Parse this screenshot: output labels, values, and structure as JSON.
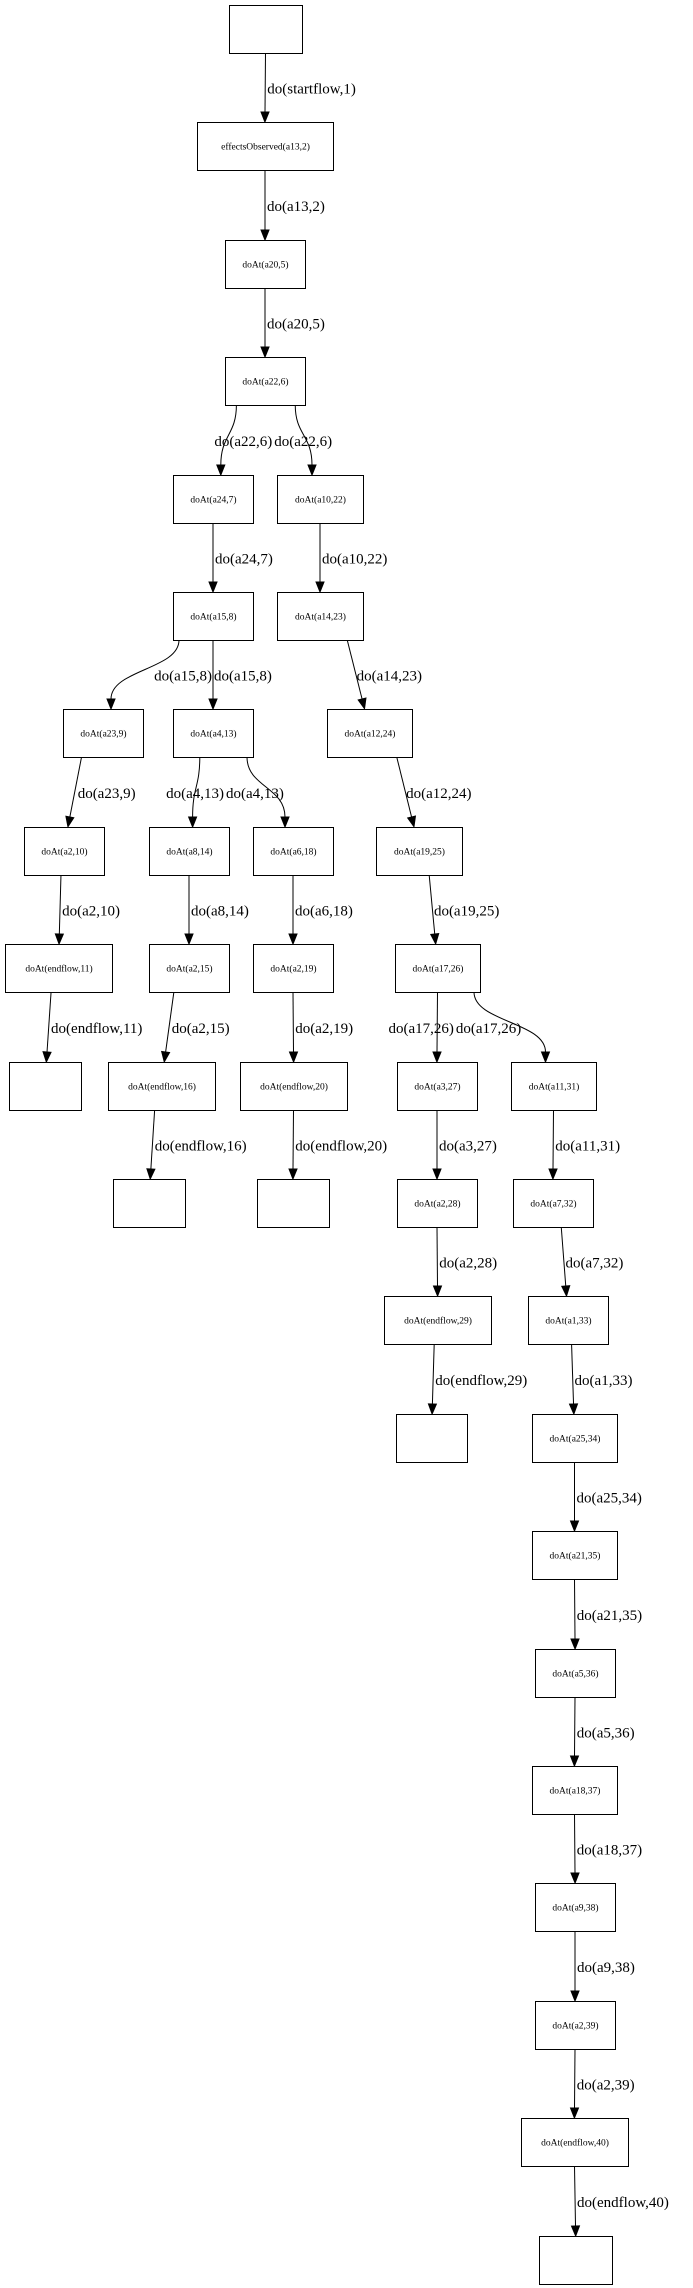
{
  "graph": {
    "title": "",
    "nodes": [
      {
        "id": "n0",
        "label": ""
      },
      {
        "id": "n1",
        "label": "effectsObserved(a13,2)"
      },
      {
        "id": "n2",
        "label": "doAt(a20,5)"
      },
      {
        "id": "n3",
        "label": "doAt(a22,6)"
      },
      {
        "id": "n4",
        "label": "doAt(a24,7)"
      },
      {
        "id": "n5",
        "label": "doAt(a10,22)"
      },
      {
        "id": "n6",
        "label": "doAt(a15,8)"
      },
      {
        "id": "n7",
        "label": "doAt(a14,23)"
      },
      {
        "id": "n8",
        "label": "doAt(a23,9)"
      },
      {
        "id": "n9",
        "label": "doAt(a4,13)"
      },
      {
        "id": "n10",
        "label": "doAt(a12,24)"
      },
      {
        "id": "n11",
        "label": "doAt(a2,10)"
      },
      {
        "id": "n12",
        "label": "doAt(a8,14)"
      },
      {
        "id": "n13",
        "label": "doAt(a6,18)"
      },
      {
        "id": "n14",
        "label": "doAt(a19,25)"
      },
      {
        "id": "n15",
        "label": "doAt(endflow,11)"
      },
      {
        "id": "n16",
        "label": "doAt(a2,15)"
      },
      {
        "id": "n17",
        "label": "doAt(a2,19)"
      },
      {
        "id": "n18",
        "label": "doAt(a17,26)"
      },
      {
        "id": "n19",
        "label": ""
      },
      {
        "id": "n20",
        "label": "doAt(endflow,16)"
      },
      {
        "id": "n21",
        "label": "doAt(endflow,20)"
      },
      {
        "id": "n22",
        "label": "doAt(a3,27)"
      },
      {
        "id": "n23",
        "label": "doAt(a11,31)"
      },
      {
        "id": "n24",
        "label": ""
      },
      {
        "id": "n25",
        "label": ""
      },
      {
        "id": "n26",
        "label": "doAt(a2,28)"
      },
      {
        "id": "n27",
        "label": "doAt(a7,32)"
      },
      {
        "id": "n28",
        "label": "doAt(endflow,29)"
      },
      {
        "id": "n29",
        "label": "doAt(a1,33)"
      },
      {
        "id": "n30",
        "label": ""
      },
      {
        "id": "n31",
        "label": "doAt(a25,34)"
      },
      {
        "id": "n32",
        "label": "doAt(a21,35)"
      },
      {
        "id": "n33",
        "label": "doAt(a5,36)"
      },
      {
        "id": "n34",
        "label": "doAt(a18,37)"
      },
      {
        "id": "n35",
        "label": "doAt(a9,38)"
      },
      {
        "id": "n36",
        "label": "doAt(a2,39)"
      },
      {
        "id": "n37",
        "label": "doAt(endflow,40)"
      },
      {
        "id": "n38",
        "label": ""
      }
    ],
    "edges": [
      {
        "from": "n0",
        "to": "n1",
        "label": "do(startflow,1)"
      },
      {
        "from": "n1",
        "to": "n2",
        "label": "do(a13,2)"
      },
      {
        "from": "n2",
        "to": "n3",
        "label": "do(a20,5)"
      },
      {
        "from": "n3",
        "to": "n4",
        "label": "do(a22,6)"
      },
      {
        "from": "n3",
        "to": "n5",
        "label": "do(a22,6)"
      },
      {
        "from": "n4",
        "to": "n6",
        "label": "do(a24,7)"
      },
      {
        "from": "n5",
        "to": "n7",
        "label": "do(a10,22)"
      },
      {
        "from": "n6",
        "to": "n8",
        "label": "do(a15,8)"
      },
      {
        "from": "n6",
        "to": "n9",
        "label": "do(a15,8)"
      },
      {
        "from": "n7",
        "to": "n10",
        "label": "do(a14,23)"
      },
      {
        "from": "n8",
        "to": "n11",
        "label": "do(a23,9)"
      },
      {
        "from": "n9",
        "to": "n12",
        "label": "do(a4,13)"
      },
      {
        "from": "n9",
        "to": "n13",
        "label": "do(a4,13)"
      },
      {
        "from": "n10",
        "to": "n14",
        "label": "do(a12,24)"
      },
      {
        "from": "n11",
        "to": "n15",
        "label": "do(a2,10)"
      },
      {
        "from": "n12",
        "to": "n16",
        "label": "do(a8,14)"
      },
      {
        "from": "n13",
        "to": "n17",
        "label": "do(a6,18)"
      },
      {
        "from": "n14",
        "to": "n18",
        "label": "do(a19,25)"
      },
      {
        "from": "n15",
        "to": "n19",
        "label": "do(endflow,11)"
      },
      {
        "from": "n16",
        "to": "n20",
        "label": "do(a2,15)"
      },
      {
        "from": "n17",
        "to": "n21",
        "label": "do(a2,19)"
      },
      {
        "from": "n18",
        "to": "n22",
        "label": "do(a17,26)"
      },
      {
        "from": "n18",
        "to": "n23",
        "label": "do(a17,26)"
      },
      {
        "from": "n20",
        "to": "n24",
        "label": "do(endflow,16)"
      },
      {
        "from": "n21",
        "to": "n25",
        "label": "do(endflow,20)"
      },
      {
        "from": "n22",
        "to": "n26",
        "label": "do(a3,27)"
      },
      {
        "from": "n23",
        "to": "n27",
        "label": "do(a11,31)"
      },
      {
        "from": "n26",
        "to": "n28",
        "label": "do(a2,28)"
      },
      {
        "from": "n27",
        "to": "n29",
        "label": "do(a7,32)"
      },
      {
        "from": "n28",
        "to": "n30",
        "label": "do(endflow,29)"
      },
      {
        "from": "n29",
        "to": "n31",
        "label": "do(a1,33)"
      },
      {
        "from": "n31",
        "to": "n32",
        "label": "do(a25,34)"
      },
      {
        "from": "n32",
        "to": "n33",
        "label": "do(a21,35)"
      },
      {
        "from": "n33",
        "to": "n34",
        "label": "do(a5,36)"
      },
      {
        "from": "n34",
        "to": "n35",
        "label": "do(a18,37)"
      },
      {
        "from": "n35",
        "to": "n36",
        "label": "do(a9,38)"
      },
      {
        "from": "n36",
        "to": "n37",
        "label": "do(a2,39)"
      },
      {
        "from": "n37",
        "to": "n38",
        "label": "do(endflow,40)"
      }
    ]
  }
}
